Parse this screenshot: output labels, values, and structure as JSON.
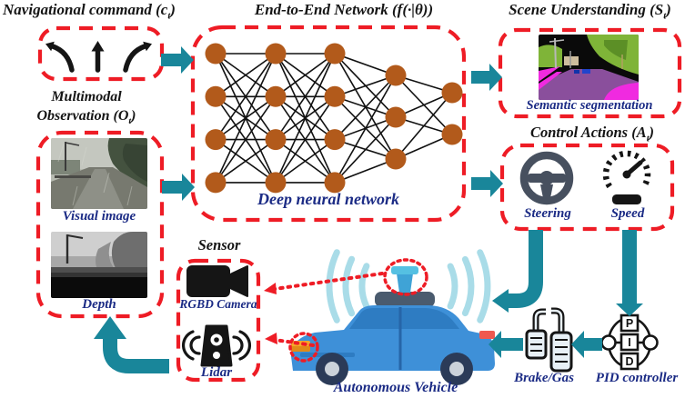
{
  "colors": {
    "red_dash": "#ee1c25",
    "teal_arrow": "#19869a",
    "node_brown": "#b25a1b",
    "navy_label": "#1b2b85",
    "black_text": "#151515",
    "car_blue": "#3e90d8",
    "wave_blue": "#a9dce8"
  },
  "titles": {
    "nav_main": "Navigational command (c",
    "nav_sub": "t",
    "nav_close": ")",
    "network": "End-to-End Network (f(·|θ))",
    "scene_main": "Scene Understanding (S",
    "scene_sub": "t",
    "scene_close": ")",
    "obs_line1": "Multimodal",
    "obs_main": "Observation (O",
    "obs_sub": "t",
    "obs_close": ")",
    "control_main": "Control Actions (A",
    "control_sub": "t",
    "control_close": ")",
    "sensor": "Sensor"
  },
  "labels": {
    "visual": "Visual image",
    "depth": "Depth",
    "dnn": "Deep neural network",
    "semseg": "Semantic segmentation",
    "steering": "Steering",
    "speed": "Speed",
    "rgbd": "RGBD Camera",
    "lidar": "Lidar",
    "vehicle": "Autonomous Vehicle",
    "brake_gas": "Brake/Gas",
    "pid": "PID controller"
  },
  "pid_letters": [
    "P",
    "I",
    "D"
  ],
  "network": {
    "layers": [
      4,
      4,
      4,
      3,
      2
    ]
  },
  "icons": {
    "nav_commands": [
      "turn-left-arrow",
      "straight-arrow",
      "turn-right-arrow"
    ],
    "control": [
      "steering-wheel",
      "speedometer"
    ],
    "sensors": [
      "rgbd-camera",
      "lidar-scanner"
    ],
    "actuators": [
      "brake-gas-pedals",
      "pid-controller"
    ]
  }
}
